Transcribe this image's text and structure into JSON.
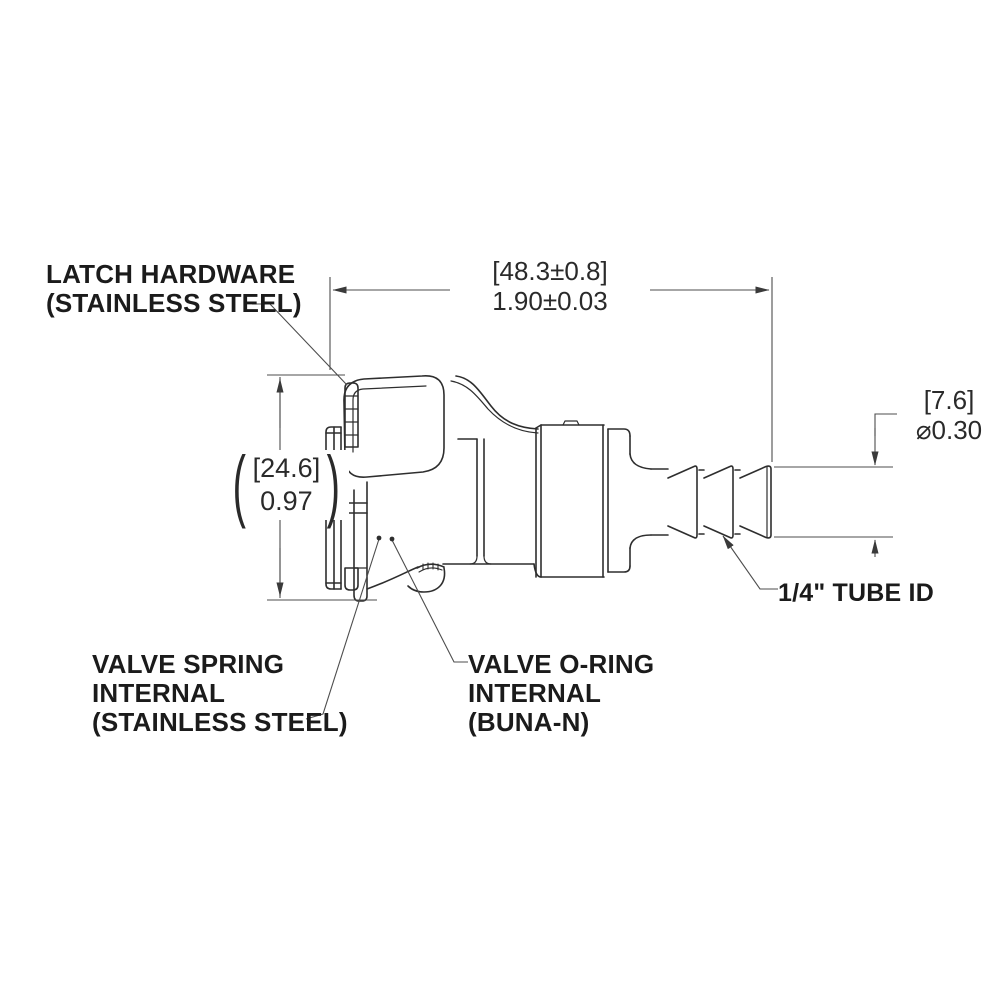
{
  "drawing_type": "dimensioned engineering drawing, side view, quick-disconnect hose-barb coupling",
  "colors": {
    "background": "#ffffff",
    "part_line": "#2e2e2e",
    "dimension_line": "#4d4d4d",
    "text": "#1b1b1b"
  },
  "callouts": {
    "latch": {
      "line1": "LATCH HARDWARE",
      "line2": "(STAINLESS STEEL)"
    },
    "valve_spring": {
      "line1": "VALVE SPRING",
      "line2": "INTERNAL",
      "line3": "(STAINLESS STEEL)"
    },
    "valve_oring": {
      "line1": "VALVE O-RING",
      "line2": "INTERNAL",
      "line3": "(BUNA-N)"
    },
    "tube_id": {
      "line1": "1/4\" TUBE ID"
    }
  },
  "dimensions": {
    "overall_length": {
      "metric": "[48.3±0.8]",
      "inch": "1.90±0.03"
    },
    "overall_height": {
      "metric": "[24.6]",
      "inch": "0.97",
      "paren_open": "(",
      "paren_close": ")"
    },
    "barb_diameter": {
      "metric": "[7.6]",
      "inch": "⌀0.30"
    }
  }
}
